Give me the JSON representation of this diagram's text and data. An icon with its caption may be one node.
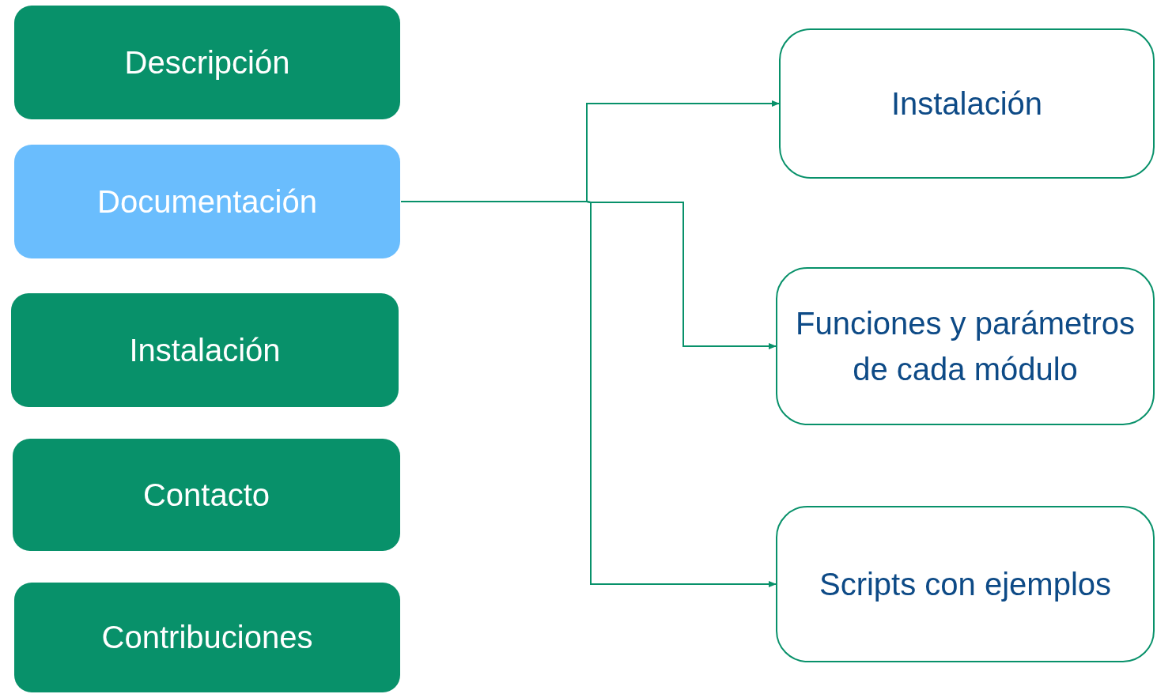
{
  "diagram": {
    "nodes": [
      {
        "text": [
          "Descripción"
        ]
      },
      {
        "text": [
          "Documentación"
        ]
      },
      {
        "text": [
          "Instalación"
        ]
      },
      {
        "text": [
          "Contacto"
        ]
      },
      {
        "text": [
          "Contribuciones"
        ]
      },
      {
        "text": [
          "Instalación"
        ]
      },
      {
        "text": [
          "Funciones y parámetros de cada módulo"
        ]
      },
      {
        "text": [
          "Scripts con ejemplos"
        ]
      }
    ],
    "edges": [
      {
        "from": 1,
        "to": 5,
        "arrow": "to"
      },
      {
        "from": 1,
        "to": 6,
        "arrow": "to"
      },
      {
        "from": 1,
        "to": 7,
        "arrow": "to"
      }
    ]
  }
}
